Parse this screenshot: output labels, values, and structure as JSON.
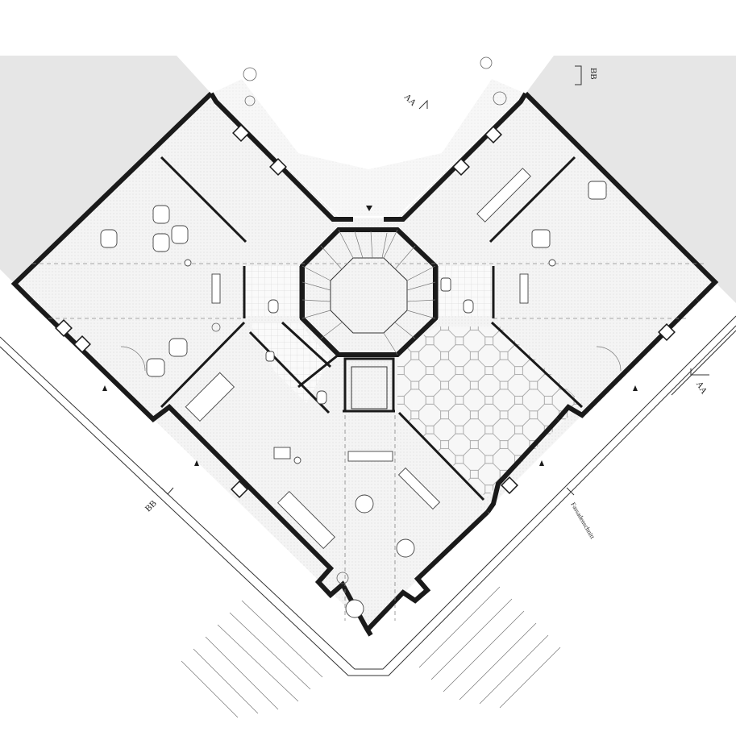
{
  "labels": {
    "section_aa_top": "AA",
    "section_bb_top": "BB",
    "section_aa_right": "AA",
    "section_bb_left": "BB",
    "facade_section": "Fassadenschnitt"
  },
  "colors": {
    "background": "#ffffff",
    "neighbour_building": "#e6e6e6",
    "floor_hatch": "#f1f1f1",
    "wall": "#1a1a1a",
    "grid": "#999999"
  }
}
